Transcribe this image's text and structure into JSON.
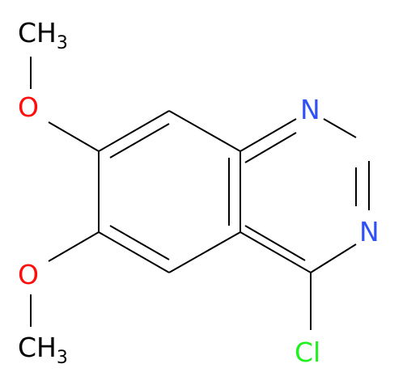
{
  "molecule": {
    "atoms": {
      "methyl_top": {
        "symbol": "CH",
        "subscript": "3"
      },
      "oxygen_top": {
        "symbol": "O"
      },
      "oxygen_bottom": {
        "symbol": "O"
      },
      "methyl_bottom": {
        "symbol": "CH",
        "subscript": "3"
      },
      "nitrogen_1": {
        "symbol": "N"
      },
      "nitrogen_3": {
        "symbol": "N"
      },
      "chlorine": {
        "symbol": "Cl"
      }
    }
  },
  "colors": {
    "bond": "#000000",
    "carbon_text": "#000000",
    "oxygen": "#ff0d0d",
    "nitrogen": "#3050f8",
    "chlorine": "#1ff01f",
    "background": "#ffffff"
  }
}
